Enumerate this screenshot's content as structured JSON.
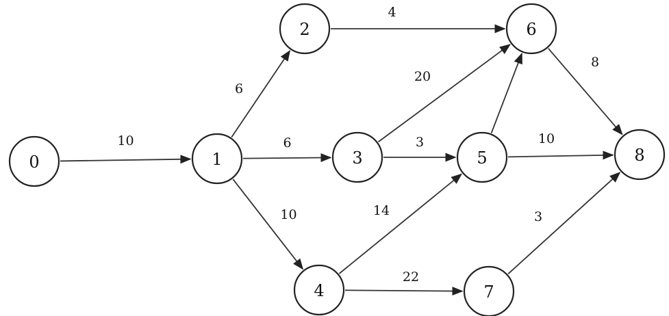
{
  "diagram": {
    "nodes": [
      {
        "id": "0",
        "label": "0"
      },
      {
        "id": "1",
        "label": "1"
      },
      {
        "id": "2",
        "label": "2"
      },
      {
        "id": "3",
        "label": "3"
      },
      {
        "id": "4",
        "label": "4"
      },
      {
        "id": "5",
        "label": "5"
      },
      {
        "id": "6",
        "label": "6"
      },
      {
        "id": "7",
        "label": "7"
      },
      {
        "id": "8",
        "label": "8"
      }
    ],
    "edges": [
      {
        "from": "0",
        "to": "1",
        "weight": "10"
      },
      {
        "from": "1",
        "to": "2",
        "weight": "6"
      },
      {
        "from": "1",
        "to": "3",
        "weight": "6"
      },
      {
        "from": "1",
        "to": "4",
        "weight": "10"
      },
      {
        "from": "2",
        "to": "6",
        "weight": "4"
      },
      {
        "from": "3",
        "to": "6",
        "weight": "20"
      },
      {
        "from": "3",
        "to": "5",
        "weight": "3"
      },
      {
        "from": "4",
        "to": "5",
        "weight": "14"
      },
      {
        "from": "4",
        "to": "7",
        "weight": "22"
      },
      {
        "from": "5",
        "to": "6",
        "weight": ""
      },
      {
        "from": "5",
        "to": "8",
        "weight": "10"
      },
      {
        "from": "6",
        "to": "8",
        "weight": "8"
      },
      {
        "from": "7",
        "to": "8",
        "weight": "3"
      }
    ]
  }
}
